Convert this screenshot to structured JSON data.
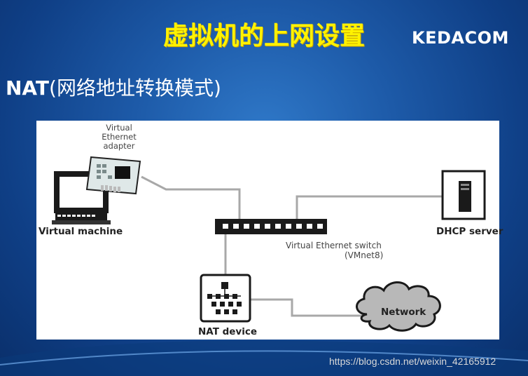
{
  "slide": {
    "title": "虚拟机的上网设置",
    "brand": "KEDACOM",
    "subtitle_en": "NAT",
    "subtitle_zh": "(网络地址转换模式)"
  },
  "diagram": {
    "adapter_label": "Virtual\nEthernet\nadapter",
    "vm_label": "Virtual machine",
    "dhcp_label": "DHCP server",
    "switch_label": "Virtual Ethernet switch",
    "switch_sublabel": "(VMnet8)",
    "nat_label": "NAT device",
    "network_label": "Network"
  },
  "footer": {
    "watermark": "https://blog.csdn.net/weixin_42165912"
  },
  "colors": {
    "title": "#fff200",
    "background": "#1d5aa8",
    "line": "#a8a8a8",
    "device": "#1a1a1a"
  }
}
